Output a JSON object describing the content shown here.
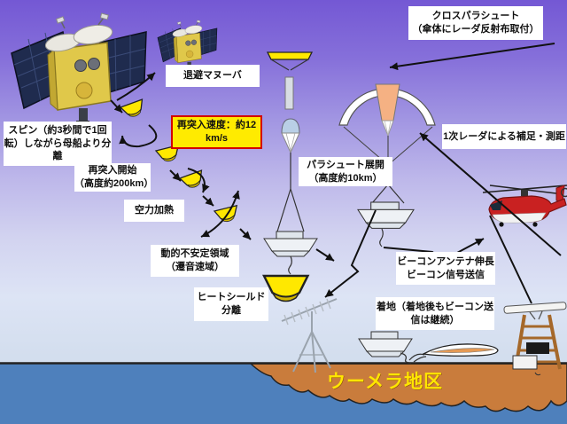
{
  "diagram": {
    "region_label": "ウーメラ地区",
    "steps": {
      "evade": "退避マヌーバ",
      "spin": "スピン（約3秒間で1回\n転）しながら母船より分\n離",
      "reentry_speed": "再突入速度：約12\nkm/s",
      "reentry_start": "再突入開始\n（高度約200km）",
      "aero_heating": "空力加熱",
      "dynamic_instability": "動的不安定領域\n（遷音速域）",
      "heatshield_sep": "ヒートシールド\n分離",
      "parachute_deploy": "パラシュート展開\n（高度約10km）",
      "cross_parachute": "クロスパラシュート\n（傘体にレーダ反射布取付）",
      "primary_radar": "1次レーダによる補足・測距",
      "beacon": "ビーコンアンテナ伸長\nビーコン信号送信",
      "landing": "着地（着地後もビーコン送\n信は継続）"
    }
  },
  "colors": {
    "sky_top": "#7458d4",
    "sky_bottom": "#cfdbeb",
    "water": "#4e80bc",
    "land": "#c97c3c",
    "capsule_yellow": "#ffe800",
    "highlight_bg": "#ffeb00",
    "highlight_border": "#d40000",
    "label_bg": "#ffffff",
    "canopy_center": "#f5b183",
    "drogue_dome": "#b9cfe6",
    "helicopter_red": "#c92121",
    "region_text": "#ffe600"
  }
}
